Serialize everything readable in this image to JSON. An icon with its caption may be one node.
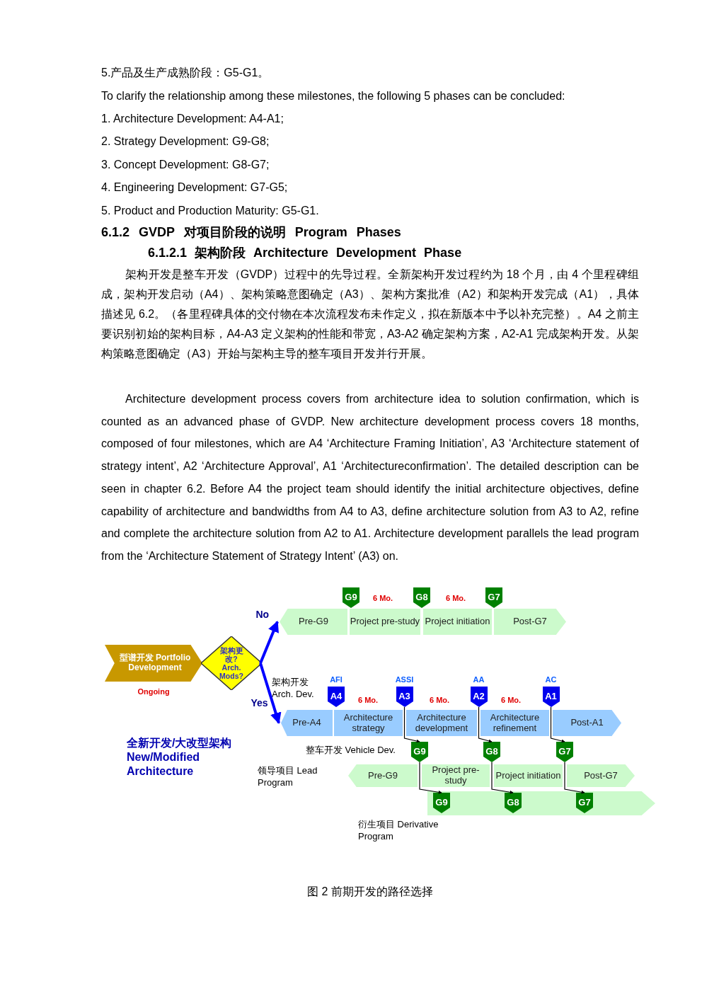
{
  "diagram": {
    "caption": "图 2 前期开发的路径选择",
    "nodes": [
      {
        "text": [
          "型谱开发 Portfolio Development"
        ],
        "beside": [
          "Ongoing"
        ]
      },
      {
        "text": [
          "架构更改? Arch. Mods?"
        ]
      },
      {
        "text": [
          "G9"
        ]
      },
      {
        "text": [
          "G8"
        ]
      },
      {
        "text": [
          "G7"
        ]
      },
      {
        "text": [
          "Pre-G9"
        ]
      },
      {
        "text": [
          "Project pre-study"
        ]
      },
      {
        "text": [
          "Project initiation"
        ]
      },
      {
        "text": [
          "Post-G7"
        ]
      },
      {
        "text": [
          "A4"
        ],
        "beside": [
          "AFI"
        ]
      },
      {
        "text": [
          "A3"
        ],
        "beside": [
          "ASSI"
        ]
      },
      {
        "text": [
          "A2"
        ],
        "beside": [
          "AA"
        ]
      },
      {
        "text": [
          "A1"
        ],
        "beside": [
          "AC"
        ]
      },
      {
        "text": [
          "Pre-A4"
        ]
      },
      {
        "text": [
          "Architecture strategy"
        ]
      },
      {
        "text": [
          "Architecture development"
        ]
      },
      {
        "text": [
          "Architecture refinement"
        ]
      },
      {
        "text": [
          "Post-A1"
        ]
      },
      {
        "text": [
          "G9"
        ]
      },
      {
        "text": [
          "G8"
        ]
      },
      {
        "text": [
          "G7"
        ]
      },
      {
        "text": [
          "Pre-G9"
        ]
      },
      {
        "text": [
          "Project pre-study"
        ]
      },
      {
        "text": [
          "Project initiation"
        ]
      },
      {
        "text": [
          "Post-G7"
        ]
      },
      {
        "text": [],
        "shape": "bar"
      },
      {
        "text": [
          "G9"
        ],
        "in": 25
      },
      {
        "text": [
          "G8"
        ],
        "in": 25
      },
      {
        "text": [
          "G7"
        ],
        "in": 25
      }
    ],
    "edges": [
      {
        "from": 1,
        "to": 5,
        "arrow": "to",
        "label": "No",
        "style": "thick",
        "color": "#0000ff"
      },
      {
        "from": 1,
        "to": 13,
        "arrow": "to",
        "label": "Yes",
        "style": "thick",
        "color": "#0000ff"
      },
      {
        "from": 10,
        "to": 18,
        "arrow": "to"
      },
      {
        "from": 11,
        "to": 19,
        "arrow": "to"
      },
      {
        "from": 12,
        "to": 20,
        "arrow": "to"
      },
      {
        "from": 18,
        "to": 26,
        "arrow": "to"
      },
      {
        "from": 19,
        "to": 27,
        "arrow": "to"
      },
      {
        "from": 20,
        "to": 28,
        "arrow": "to"
      }
    ],
    "labels": [
      "5.产品及生产成熟阶段：G5-G1。",
      "To clarify the relationship among these milestones, the following 5 phases can be concluded:",
      "1. Architecture Development: A4-A1;",
      "2. Strategy Development: G9-G8;",
      "3. Concept Development: G8-G7;",
      "4. Engineering Development: G7-G5;",
      "5. Product and Production Maturity: G5-G1.",
      "6.1.2 GVDP 对项目阶段的说明 Program Phases",
      "6.1.2.1 架构阶段 Architecture Development Phase",
      "架构开发是整车开发（GVDP）过程中的先导过程。全新架构开发过程约为 18 个月，由 4 个里程碑组成，架构开发启动（A4）、架构策略意图确定（A3）、架构方案批准（A2）和架构开发完成（A1），具体描述见 6.2。（各里程碑具体的交付物在本次流程发布未作定义，拟在新版本中予以补充完整）。A4 之前主要识别初始的架构目标，A4-A3 定义架构的性能和带宽，A3-A2 确定架构方案，A2-A1 完成架构开发。从架构策略意图确定（A3）开始与架构主导的整车项目开发并行开展。",
      "Architecture development process covers from architecture idea to solution confirmation, which is counted as an advanced phase of GVDP. New architecture development process covers 18 months, composed of four milestones, which are A4 ‘Architecture Framing Initiation’, A3 ‘Architecture statement of strategy intent’, A2 ‘Architecture Approval’, A1 ‘Architectureconfirmation’. The detailed description can be seen in chapter 6.2. Before A4 the project team should identify the initial architecture objectives, define capability of architecture and bandwidths from A4 to A3, define architecture solution from A3 to A2, refine and complete the architecture solution from A2 to A1. Architecture development parallels the lead program from the ‘Architecture Statement of Strategy Intent’ (A3) on.",
      "6 Mo.",
      "6 Mo.",
      "架构开发 Arch. Dev.",
      "6 Mo.",
      "6 Mo.",
      "6 Mo.",
      "全新开发/大改型架构 New/Modified Architecture",
      "整车开发 Vehicle Dev.",
      "领导项目 Lead Program",
      "衍生项目 Derivative Program"
    ]
  }
}
